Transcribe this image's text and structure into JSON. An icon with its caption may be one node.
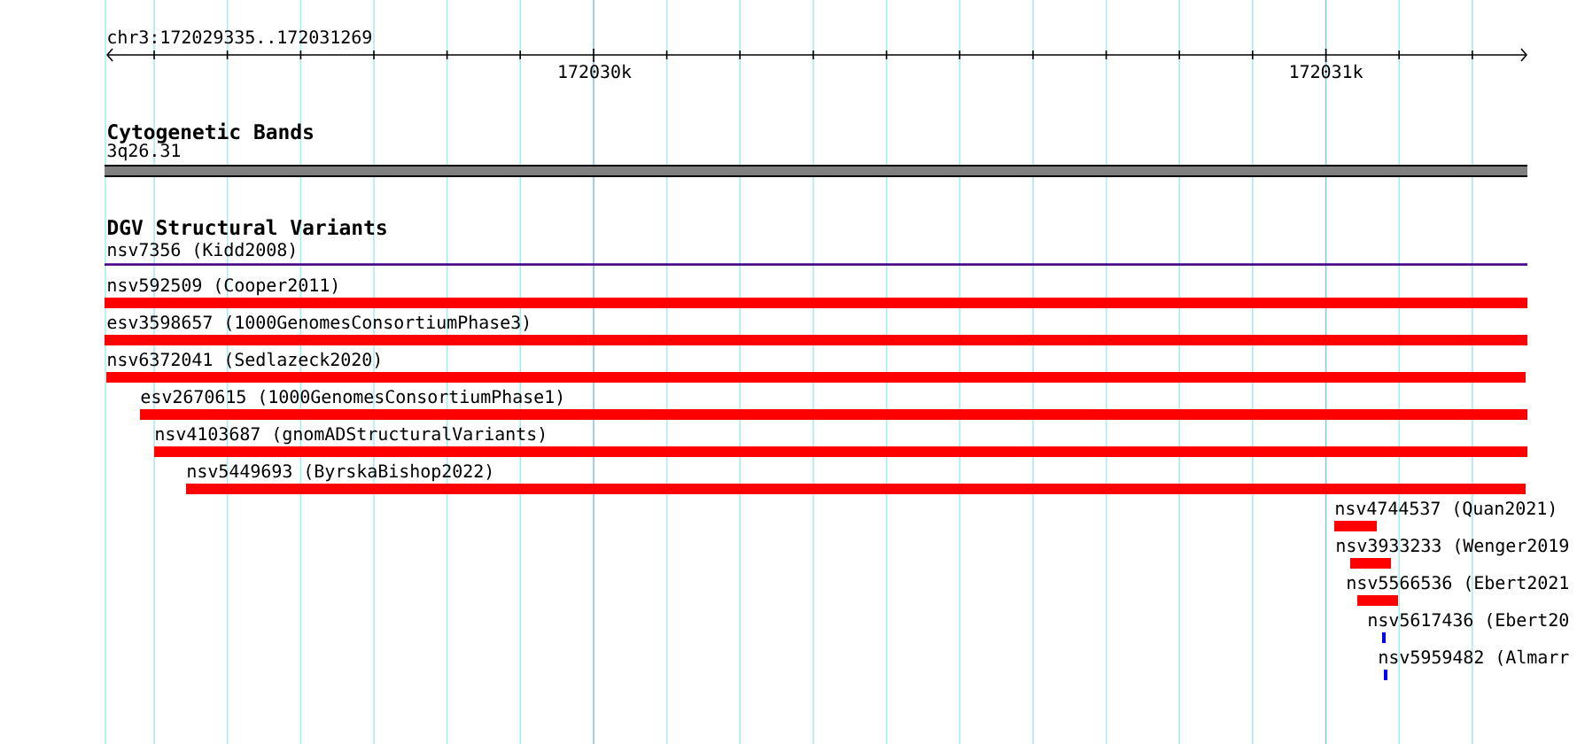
{
  "diagram": {
    "nodes": [
      {
        "text": [
          "3q26.31"
        ]
      },
      {
        "text": [
          "nsv7356 (Kidd2008)"
        ]
      },
      {
        "text": [
          "nsv592509 (Cooper2011)"
        ]
      },
      {
        "text": [
          "esv3598657 (1000GenomesConsortiumPhase3)"
        ]
      },
      {
        "text": [
          "nsv6372041 (Sedlazeck2020)"
        ]
      },
      {
        "text": [
          "esv2670615 (1000GenomesConsortiumPhase1)"
        ]
      },
      {
        "text": [
          "nsv4103687 (gnomADStructuralVariants)"
        ]
      },
      {
        "text": [
          "nsv5449693 (ByrskaBishop2022)"
        ]
      },
      {
        "text": [
          "nsv4744537 (Quan2021)"
        ]
      },
      {
        "text": [
          "nsv3933233 (Wenger2019"
        ]
      },
      {
        "text": [
          "nsv5566536 (Ebert2021"
        ]
      },
      {
        "text": [
          "nsv5617436 (Ebert20"
        ]
      },
      {
        "text": [
          "nsv5959482 (Almarr"
        ]
      }
    ],
    "labels": [
      "chr3:172029335..172031269",
      "172030k",
      "172031k",
      "Cytogenetic Bands",
      "DGV Structural Variants"
    ]
  }
}
